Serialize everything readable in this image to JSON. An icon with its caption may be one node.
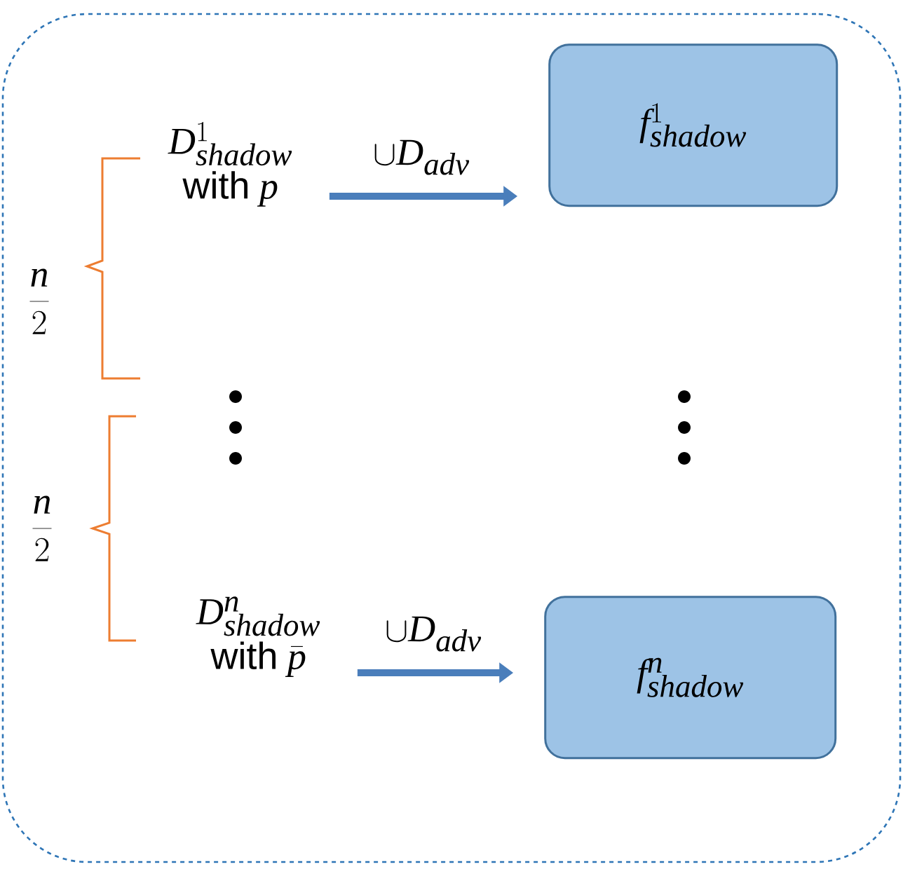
{
  "diagram": {
    "nodes": [
      {
        "text": [],
        "shape": "box"
      },
      {
        "text": [
          "D^{1}_{shadow}",
          "\\textsf{with}\\ p"
        ],
        "in": 0
      },
      {
        "text": [
          "f^{1}_{shadow}"
        ],
        "in": 0
      },
      {
        "text": [
          "D^{n}_{shadow}",
          "\\textsf{with}\\ \\bar{p}"
        ],
        "in": 0
      },
      {
        "text": [
          "f^{n}_{shadow}"
        ],
        "in": 0
      }
    ],
    "edges": [
      {
        "from": 1,
        "to": 2,
        "arrow": "to",
        "label": "\\cup D_{adv}"
      },
      {
        "from": 3,
        "to": 4,
        "arrow": "to",
        "label": "\\cup D_{adv}"
      }
    ],
    "labels": [
      "\\frac{n}{2}",
      "\\frac{n}{2}"
    ]
  }
}
